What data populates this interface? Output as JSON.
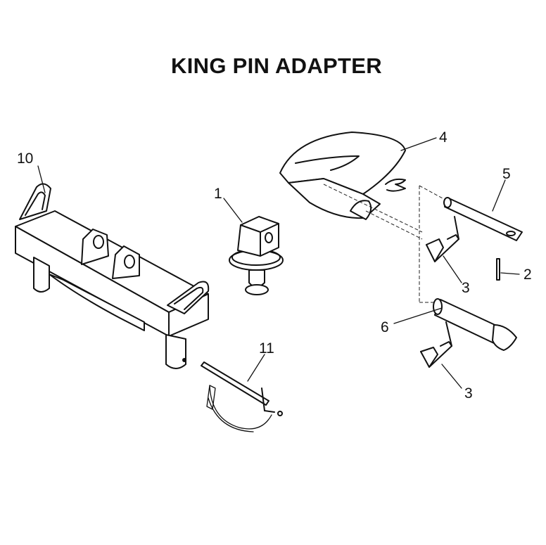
{
  "title": "KING PIN ADAPTER",
  "callouts": {
    "c1": "1",
    "c2": "2",
    "c3a": "3",
    "c3b": "3",
    "c4": "4",
    "c5": "5",
    "c6": "6",
    "c10": "10",
    "c11": "11"
  }
}
